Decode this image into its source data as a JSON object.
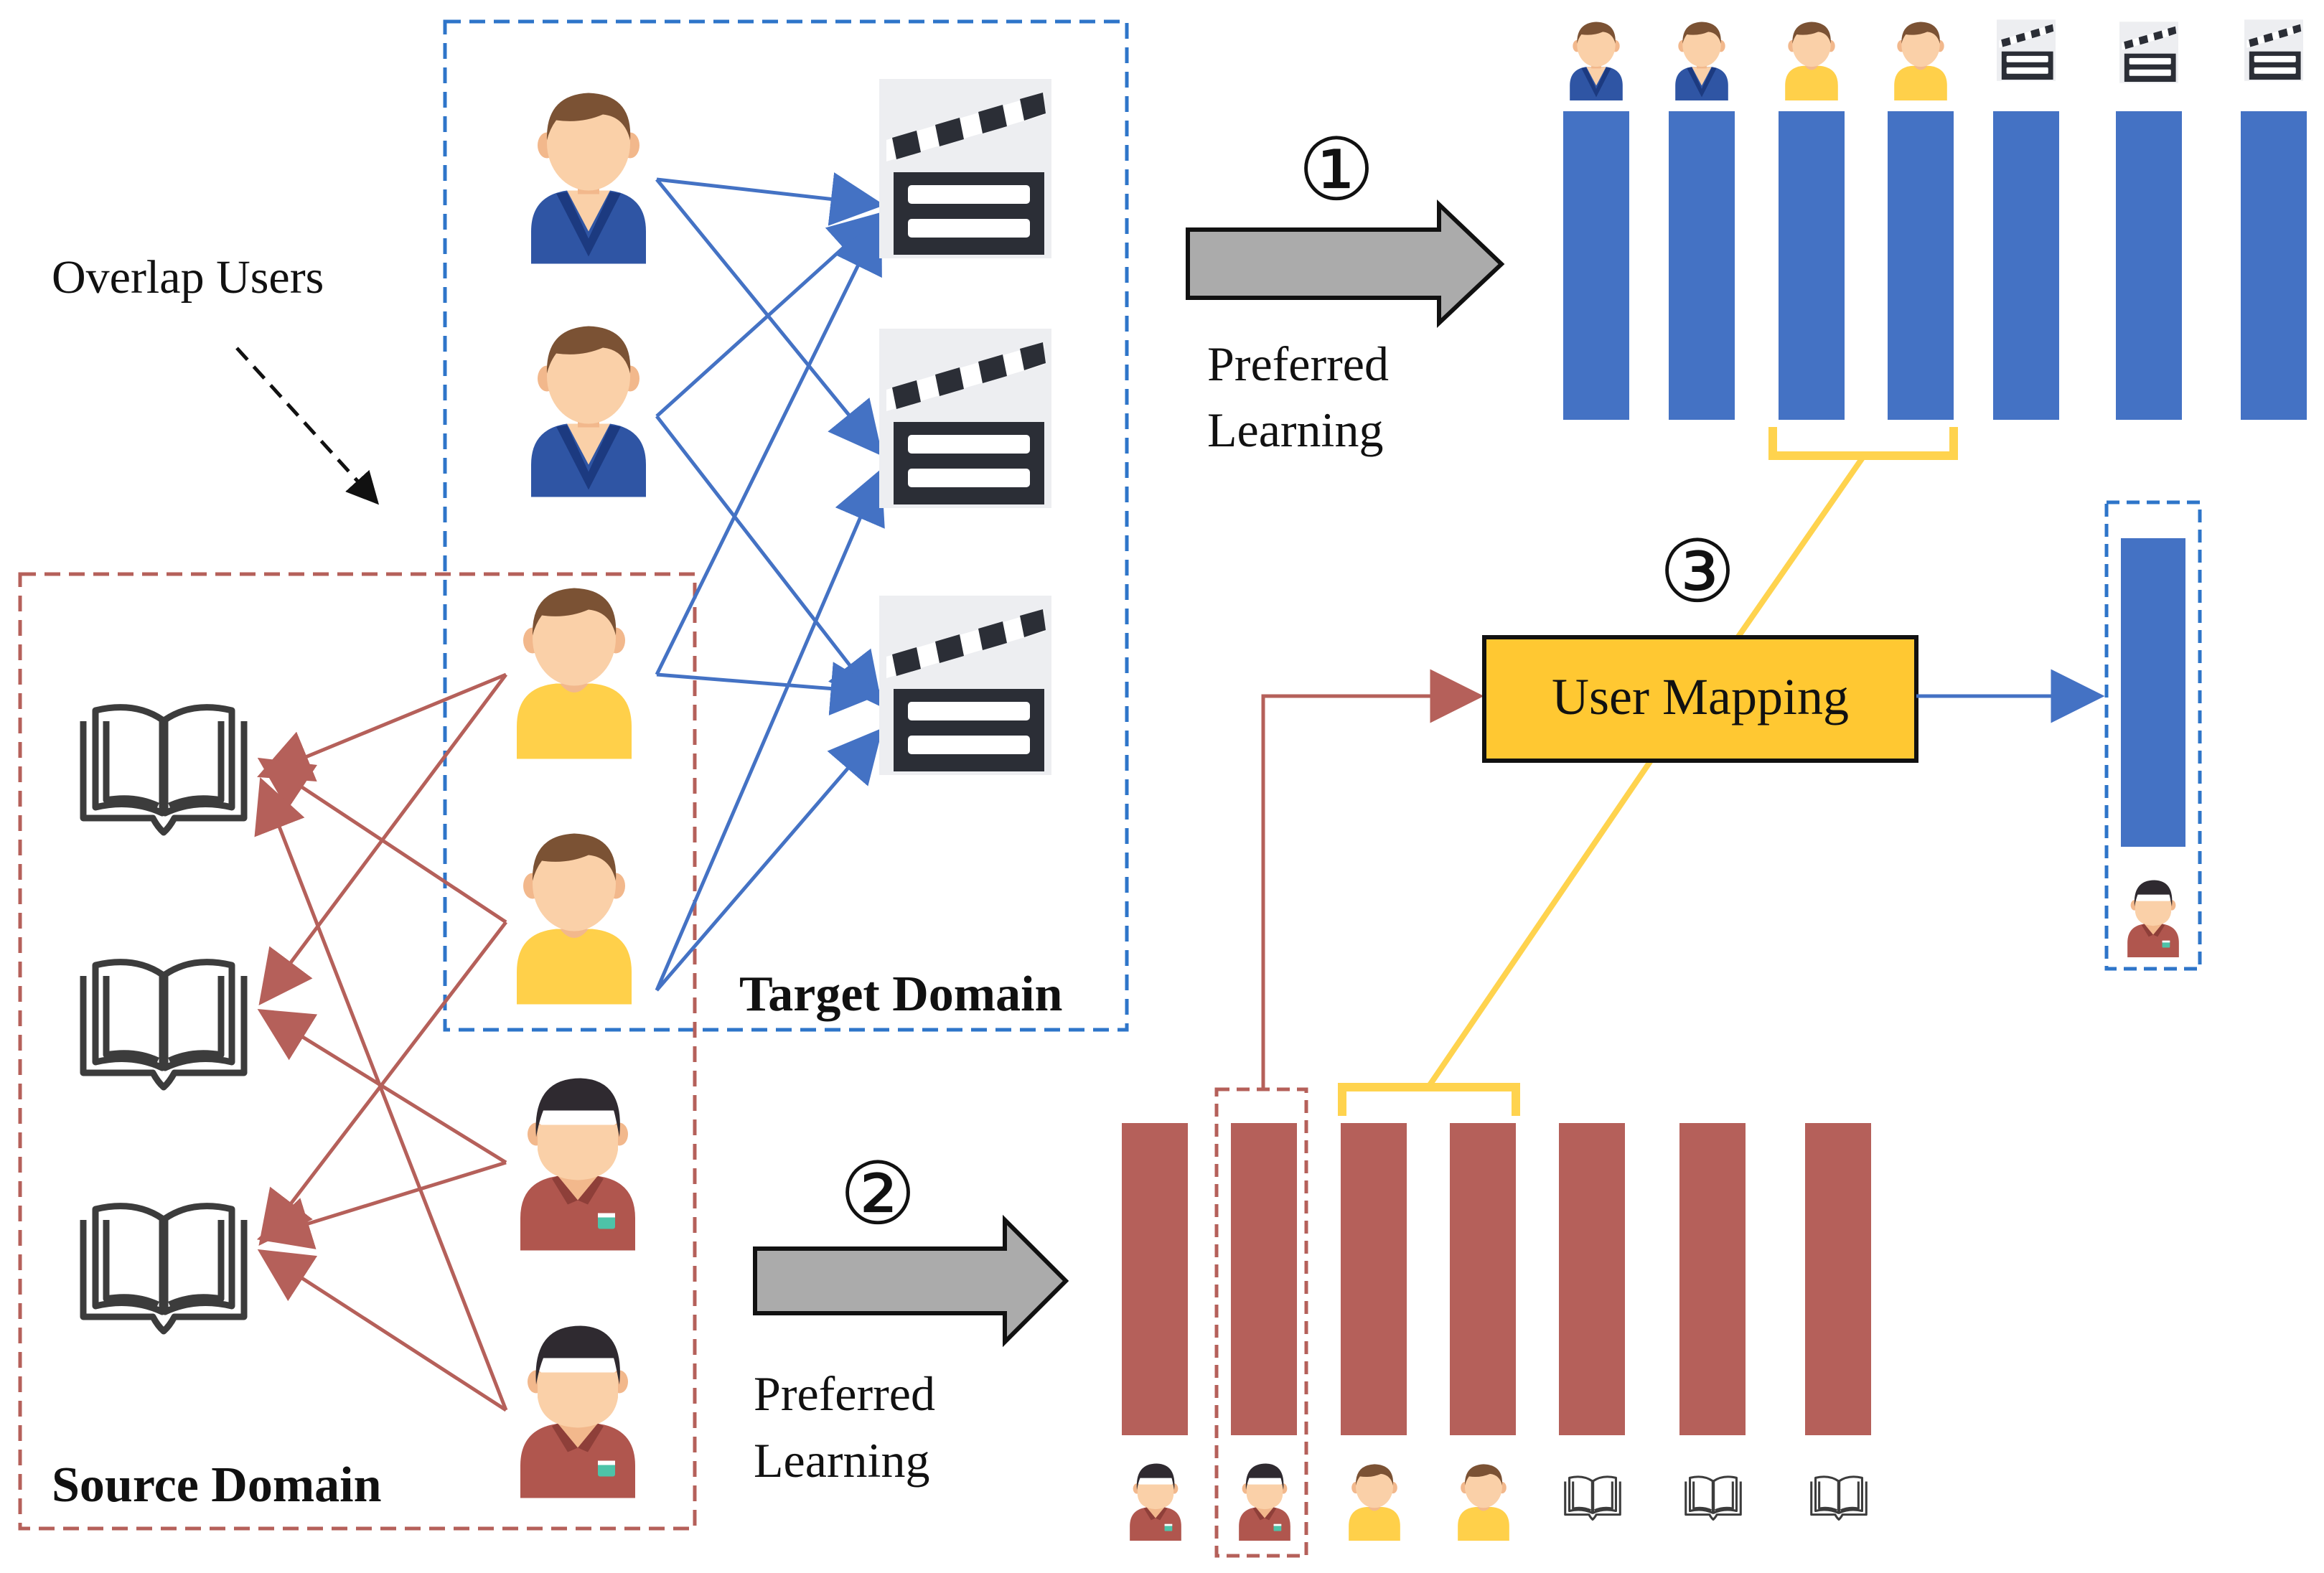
{
  "labels": {
    "overlap_users": "Overlap Users",
    "target_domain": "Target Domain",
    "source_domain": "Source Domain",
    "step1": "①",
    "step2": "②",
    "step3": "③",
    "preferred_1": "Preferred",
    "learning_1": "Learning",
    "preferred_2": "Preferred",
    "learning_2": "Learning",
    "user_mapping": "User Mapping"
  },
  "colors": {
    "target_blue": "#4472C4",
    "source_red": "#B5605A",
    "mapping_yellow": "#FFD34E",
    "mapping_box": "#FFC832",
    "arrow_gray": "#ABABAB",
    "icon_dark": "#2B2E36"
  },
  "icons": {
    "target_item": "movie-clapperboard-icon",
    "source_item": "book-icon",
    "user_blue": "user-blue-shirt-icon",
    "user_yellow": "user-yellow-shirt-icon",
    "user_red": "user-red-shirt-icon"
  },
  "target_vectors": [
    "user-blue",
    "user-blue",
    "user-yellow",
    "user-yellow",
    "movie",
    "movie",
    "movie"
  ],
  "source_vectors": [
    "user-red",
    "user-red",
    "user-yellow",
    "user-yellow",
    "book",
    "book",
    "book"
  ]
}
